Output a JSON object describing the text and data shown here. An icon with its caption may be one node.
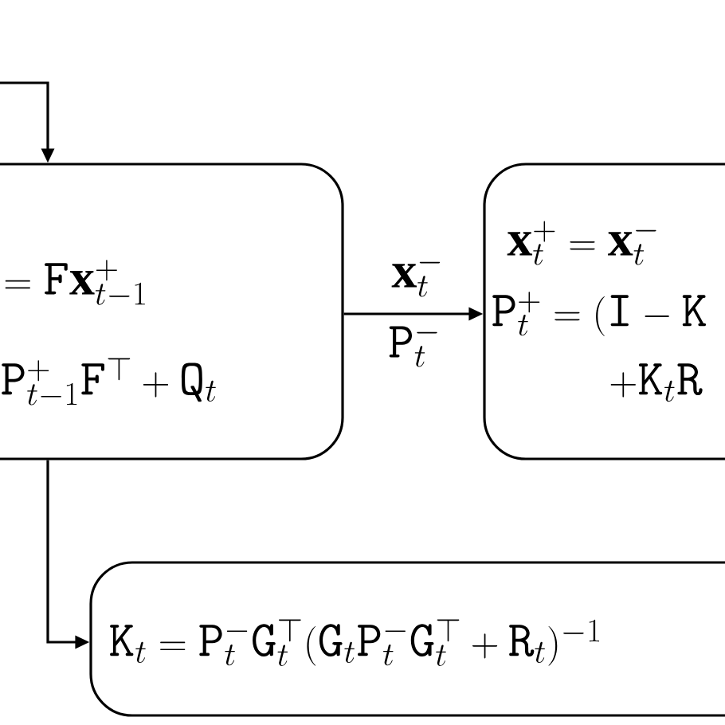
{
  "diagram": {
    "nodes": [
      {
        "text": [
          "=\\mathtt{F}\\mathbf{x}^{+}_{t-1}",
          "\\mathtt{P}^{+}_{t-1}\\mathtt{F}^{\\top}+\\mathtt{Q}_{t}"
        ]
      },
      {
        "text": [
          "\\mathbf{x}^{+}_{t}=\\mathbf{x}^{-}_{t}",
          "\\mathtt{P}^{+}_{t}=(\\mathtt{I}-\\mathtt{K}",
          "+\\mathtt{K}_{t}\\mathtt{R}"
        ]
      },
      {
        "text": [
          "\\mathtt{K}_{t}=\\mathtt{P}^{-}_{t}\\mathtt{G}^{\\top}_{t}(\\mathtt{G}_{t}\\mathtt{P}^{-}_{t}\\mathtt{G}^{\\top}_{t}+\\mathtt{R}_{t})^{-1}"
        ]
      }
    ],
    "edges": [
      {
        "from": null,
        "to": 0,
        "arrow": "to"
      },
      {
        "from": 0,
        "to": 1,
        "arrow": "to",
        "label": "\\mathbf{x}^{-}_{t}"
      },
      {
        "from": 0,
        "to": 2,
        "arrow": "to"
      }
    ],
    "labels": [
      "\\mathtt{P}^{-}_{t}"
    ]
  }
}
